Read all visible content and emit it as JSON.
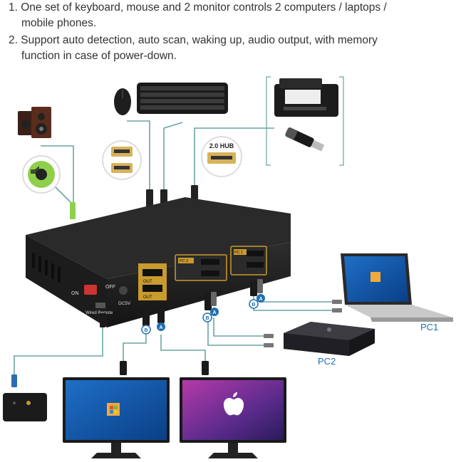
{
  "notes": [
    {
      "number": "1.",
      "line1": "One set of keyboard, mouse and 2 monitor controls 2 computers / laptops /",
      "line2": "mobile phones."
    },
    {
      "number": "2.",
      "line1": "Support auto detection, auto scan, waking up, audio output, with memory",
      "line2": "function in case of power-down."
    }
  ],
  "device": {
    "on_label": "ON",
    "off_label": "OFF",
    "power_label": "DC5V",
    "remote_port_label": "Wired Remote",
    "out_a_label": "OUT",
    "out_b_label": "OUT",
    "pc1_port_label": "PC 1",
    "pc2_port_label": "PC 2"
  },
  "hub_badge": "2.0 HUB",
  "cable_tags": [
    "B",
    "A",
    "B",
    "A",
    "B",
    "A"
  ],
  "computers": {
    "pc1": "PC1",
    "pc2": "PC2"
  },
  "colors": {
    "accent": "#1f6fb3",
    "cable": "#6aa4a4",
    "device": "#1b1b1b",
    "gold": "#c99a2e"
  }
}
